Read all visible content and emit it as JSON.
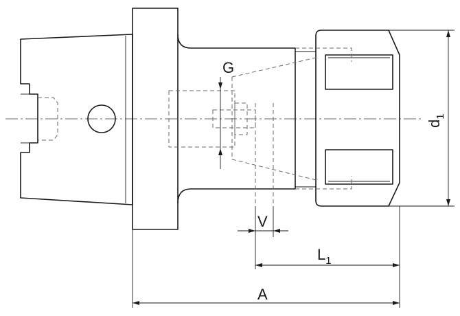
{
  "labels": {
    "G": "G",
    "V": "V",
    "L": "L",
    "L_sub": "1",
    "A": "A",
    "d": "d",
    "d_sub": "1"
  }
}
